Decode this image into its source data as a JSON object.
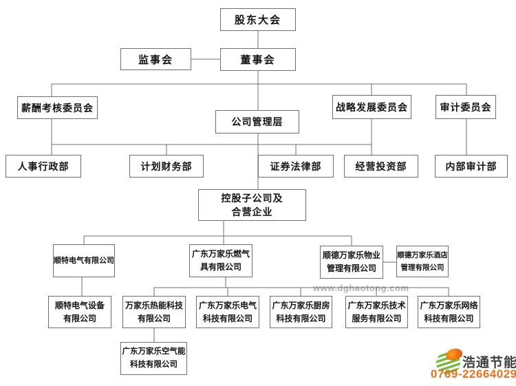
{
  "diagram": {
    "type": "org-chart",
    "nodes": {
      "shareholders": {
        "label": "股东大会"
      },
      "supervisory": {
        "label": "监事会"
      },
      "board": {
        "label": "董事会"
      },
      "compensation_committee": {
        "label": "薪酬考核委员会"
      },
      "management": {
        "label": "公司管理层"
      },
      "strategy_committee": {
        "label": "战略发展委员会"
      },
      "audit_committee": {
        "label": "审计委员会"
      },
      "hr_admin_dept": {
        "label": "人事行政部"
      },
      "planning_finance_dept": {
        "label": "计划财务部"
      },
      "securities_legal_dept": {
        "label": "证券法律部"
      },
      "operations_investment_dept": {
        "label": "经营投资部"
      },
      "internal_audit_dept": {
        "label": "内部审计部"
      },
      "holding_subsidiaries": {
        "line1": "控股子公司及",
        "line2": "合营企业"
      },
      "shunte_electric": {
        "label": "顺特电气有限公司"
      },
      "gas_appliance": {
        "line1": "广东万家乐燃气",
        "line2": "具有限公司"
      },
      "property_mgmt": {
        "line1": "顺德万家乐物业",
        "line2": "管理有限公司"
      },
      "hotel_mgmt": {
        "line1": "顺德万家乐酒店",
        "line2": "管理有限公司"
      },
      "shunte_equipment": {
        "line1": "顺特电气设备",
        "line2": "有限公司"
      },
      "thermal_tech": {
        "line1": "万家乐热能科技",
        "line2": "有限公司"
      },
      "electric_tech": {
        "line1": "广东万家乐电气",
        "line2": "科技有限公司"
      },
      "kitchen_tech": {
        "line1": "广东万家乐厨房",
        "line2": "科技有限公司"
      },
      "tech_service": {
        "line1": "广东万家乐技术",
        "line2": "服务有限公司"
      },
      "network_tech": {
        "line1": "广东万家乐网络",
        "line2": "科技有限公司"
      },
      "air_energy": {
        "line1": "广东万家乐空气能",
        "line2": "科技有限公司"
      }
    },
    "edges": [
      [
        "shareholders",
        "board"
      ],
      [
        "supervisory",
        "board"
      ],
      [
        "board",
        "compensation_committee"
      ],
      [
        "board",
        "management"
      ],
      [
        "board",
        "strategy_committee"
      ],
      [
        "board",
        "audit_committee"
      ],
      [
        "compensation_committee",
        "hr_admin_dept"
      ],
      [
        "management",
        "planning_finance_dept"
      ],
      [
        "management",
        "securities_legal_dept"
      ],
      [
        "strategy_committee",
        "operations_investment_dept"
      ],
      [
        "audit_committee",
        "internal_audit_dept"
      ],
      [
        "management",
        "holding_subsidiaries"
      ],
      [
        "holding_subsidiaries",
        "shunte_electric"
      ],
      [
        "holding_subsidiaries",
        "gas_appliance"
      ],
      [
        "holding_subsidiaries",
        "property_mgmt"
      ],
      [
        "property_mgmt",
        "hotel_mgmt"
      ],
      [
        "shunte_electric",
        "shunte_equipment"
      ],
      [
        "gas_appliance",
        "thermal_tech"
      ],
      [
        "gas_appliance",
        "electric_tech"
      ],
      [
        "gas_appliance",
        "kitchen_tech"
      ],
      [
        "gas_appliance",
        "tech_service"
      ],
      [
        "gas_appliance",
        "network_tech"
      ],
      [
        "thermal_tech",
        "air_energy"
      ]
    ]
  },
  "watermark": {
    "text": "www.dghaotong.com"
  },
  "logo": {
    "brand": "浩通节能",
    "phone": "0769-22664029",
    "brand_color": "#3f3f3f",
    "phone_color": "#e8731d",
    "globe_green": "#79b83d",
    "globe_orange": "#ec7011"
  },
  "colors": {
    "line": "#6e6e6e",
    "box_border": "#6e6e6e",
    "text": "#141414",
    "background": "#ffffff"
  }
}
